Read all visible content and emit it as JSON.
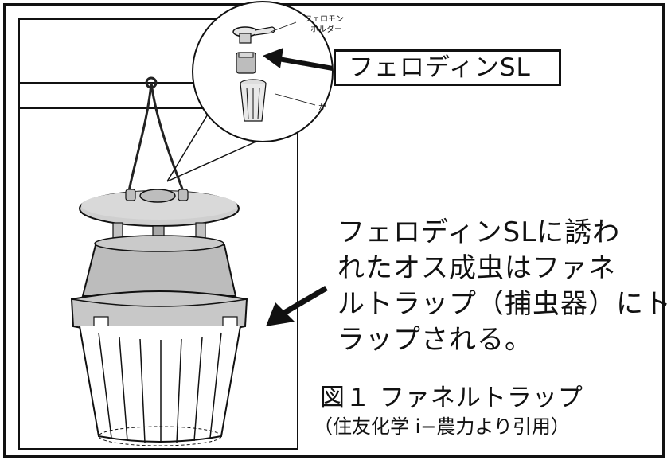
{
  "callout_label": "フェロディンSL",
  "inset_labels": {
    "top_line1": "フェロモン",
    "top_line2": "ホルダー",
    "bottom": "か"
  },
  "description_lines": [
    "フェロディンSLに誘わ",
    "れたオス成虫はファネ",
    "ルトラップ（捕虫器）にト",
    "ラップされる。"
  ],
  "figure_caption": "図１ ファネルトラップ",
  "source_note": "（住友化学 i−農力より引用）"
}
